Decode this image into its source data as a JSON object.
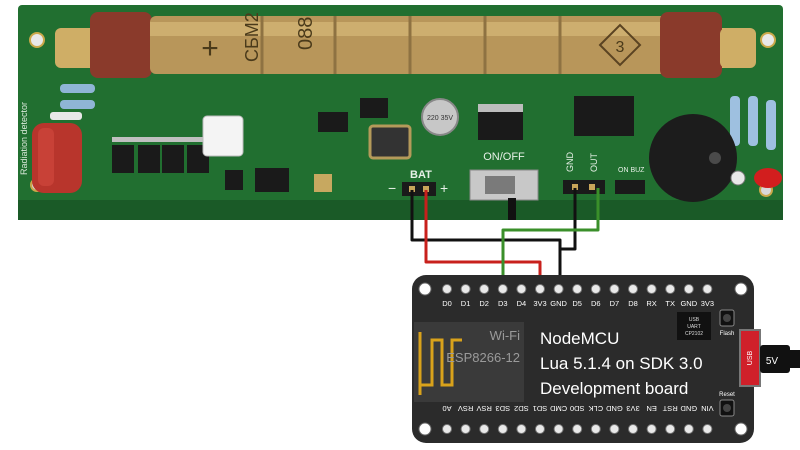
{
  "pcb": {
    "side_label": "Radiation detector",
    "tube_marking_a": "+",
    "tube_marking_b": "СБМ2",
    "tube_marking_c": "088",
    "tube_marking_d": "3",
    "cap_value": "220 35V",
    "switch_label": "ON/OFF",
    "bat_label": "BAT",
    "bat_minus": "−",
    "bat_plus": "+",
    "gnd_label": "GND",
    "out_label": "OUT",
    "buzzer_label": "ON BUZ"
  },
  "board": {
    "top_pins": [
      "D0",
      "D1",
      "D2",
      "D3",
      "D4",
      "3V3",
      "GND",
      "D5",
      "D6",
      "D7",
      "D8",
      "RX",
      "TX",
      "GND",
      "3V3"
    ],
    "bottom_pins": [
      "A0",
      "RSV",
      "RSV",
      "SD3",
      "SD2",
      "SD1",
      "CMD",
      "SD0",
      "CLK",
      "GND",
      "3V3",
      "EN",
      "RST",
      "GND",
      "VIN"
    ],
    "module_line1": "Wi-Fi",
    "module_line2": "ESP8266-12",
    "title_line1": "NodeMCU",
    "title_line2": "Lua 5.1.4 on SDK 3.0",
    "title_line3": "Development board",
    "chip_line1": "USB",
    "chip_line2": "UART",
    "chip_line3": "CP2102",
    "flash_label": "Flash",
    "reset_label": "Reset",
    "usb_label": "USB",
    "power_label": "5V"
  },
  "colors": {
    "pcb": "#1f6b2d",
    "board": "#2b2b2b",
    "wire_black": "#111111",
    "wire_red": "#c8201c",
    "wire_green": "#3a8f2a",
    "usb_red": "#d0202a"
  }
}
